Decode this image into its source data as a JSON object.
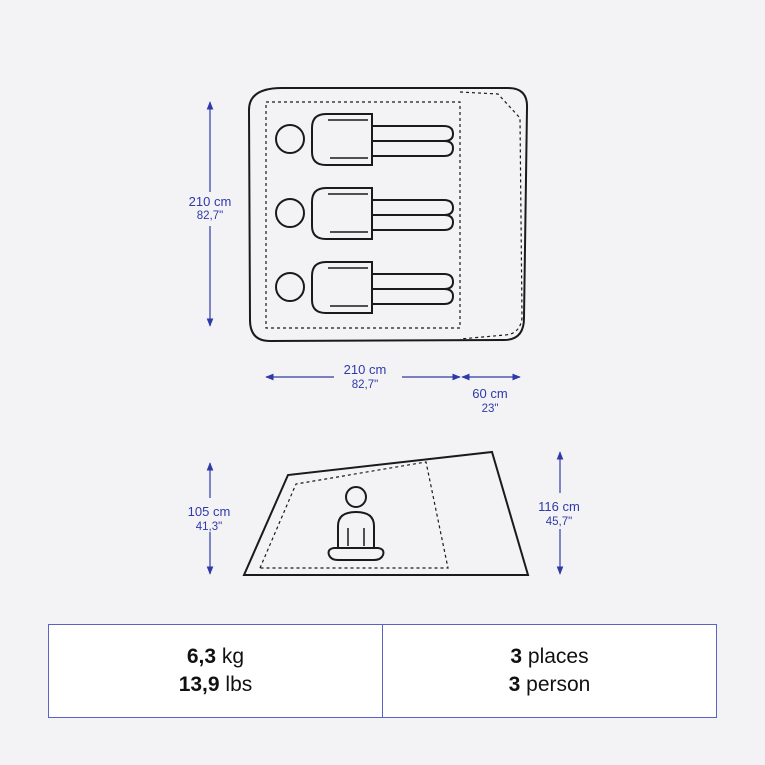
{
  "colors": {
    "background": "#f3f3f5",
    "outline": "#1a1a1a",
    "dimension": "#2f3aa8",
    "table_border": "#5a63c4"
  },
  "top_view": {
    "height_main": "210 cm",
    "height_sub": "82,7\"",
    "width_main": "210 cm",
    "width_sub": "82,7\"",
    "vestibule_main": "60 cm",
    "vestibule_sub": "23\""
  },
  "side_view": {
    "left_height_main": "105 cm",
    "left_height_sub": "41,3\"",
    "right_height_main": "116 cm",
    "right_height_sub": "45,7\""
  },
  "specs": {
    "weight": {
      "value_metric": "6,3",
      "unit_metric": "kg",
      "value_imperial": "13,9",
      "unit_imperial": "lbs"
    },
    "capacity": {
      "value_fr": "3",
      "unit_fr": "places",
      "value_en": "3",
      "unit_en": "person"
    }
  }
}
